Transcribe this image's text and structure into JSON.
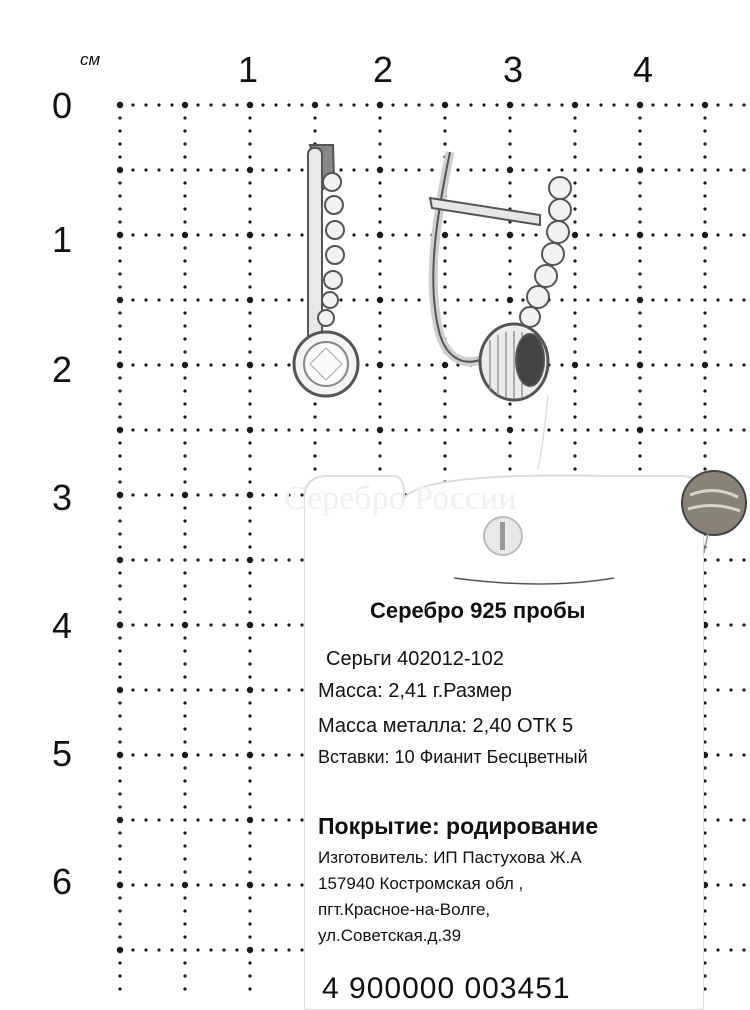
{
  "ruler": {
    "unit": "см",
    "x_labels": [
      "1",
      "2",
      "3",
      "4"
    ],
    "y_labels": [
      "0",
      "1",
      "2",
      "3",
      "4",
      "5",
      "6"
    ]
  },
  "tag": {
    "watermark": "Серебро России",
    "title": "Серебро 925 пробы",
    "lines": [
      "Серьги 402012-102",
      "Масса: 2,41 г.Размер",
      "Масса металла: 2,40 ОТК 5",
      "Вставки: 10 Фианит Бесцветный"
    ],
    "coating": "Покрытие: родирование",
    "maker_lines": [
      "Изготовитель: ИП Пастухова Ж.А",
      "157940 Костромская обл ,",
      "пгт.Красное-на-Волге,",
      "ул.Советская.д.39"
    ],
    "barcode": "4 900000 003451"
  },
  "colors": {
    "background": "#ffffff",
    "grid": "#1a1a1a",
    "metal": "#c8c8c8",
    "tag_shadow": "#e6e6e6"
  }
}
